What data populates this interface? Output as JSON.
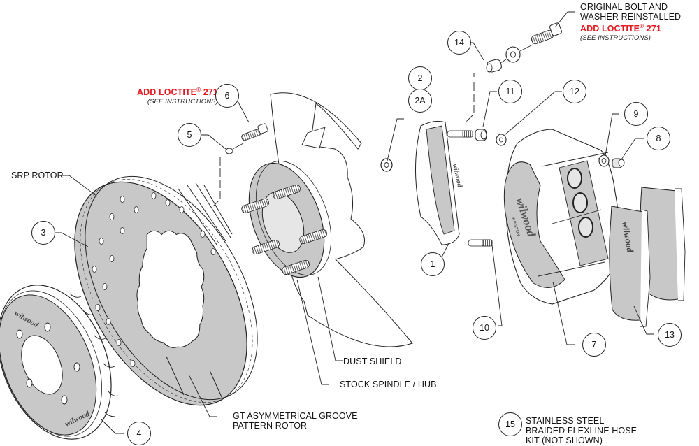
{
  "notes": {
    "original_bolt": {
      "line1": "ORIGINAL BOLT AND",
      "line2": "WASHER REINSTALLED",
      "loctite_prefix": "ADD LOCTITE",
      "loctite_reg": "®",
      "loctite_num": " 271",
      "instructions": "(SEE INSTRUCTIONS)"
    },
    "bolt6": {
      "loctite_prefix": "ADD LOCTITE",
      "loctite_reg": "®",
      "loctite_num": " 271",
      "instructions": "(SEE INSTRUCTIONS)"
    }
  },
  "labels": {
    "srp_rotor": "SRP ROTOR",
    "dust_shield": "DUST SHIELD",
    "stock_spindle": "STOCK SPINDLE / HUB",
    "gt_rotor_line1": "GT ASYMMETRICAL GROOVE",
    "gt_rotor_line2": "PATTERN ROTOR",
    "hose_line1": "STAINLESS STEEL",
    "hose_line2": "BRAIDED FLEXLINE HOSE",
    "hose_line3": "KIT (NOT SHOWN)"
  },
  "callouts": {
    "c1": "1",
    "c2": "2",
    "c2a": "2A",
    "c3": "3",
    "c4": "4",
    "c5": "5",
    "c6": "6",
    "c7": "7",
    "c8": "8",
    "c9": "9",
    "c10": "10",
    "c11": "11",
    "c12": "12",
    "c13": "13",
    "c14": "14",
    "c15": "15"
  },
  "brand": {
    "logo_text": "wilwood",
    "caliper_sub": "6 PISTON",
    "accent_red": "#e31b23",
    "part_gray": "#c8c8c8"
  }
}
